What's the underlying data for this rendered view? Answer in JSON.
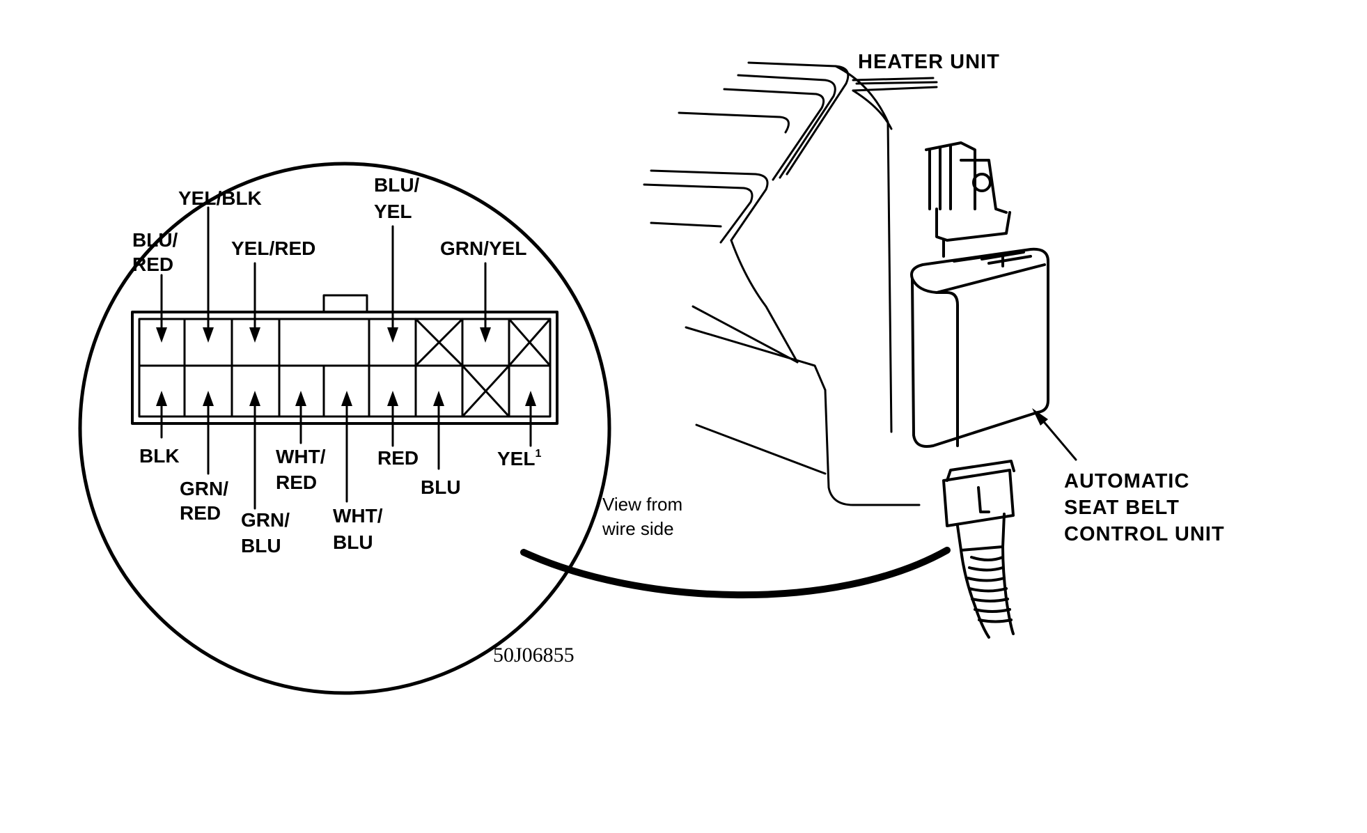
{
  "labels": {
    "heater_unit": "HEATER UNIT",
    "control_unit": [
      "AUTOMATIC",
      "SEAT BELT",
      "CONTROL UNIT"
    ],
    "view_note": [
      "View from",
      "wire side"
    ],
    "figure_code": "50J06855"
  },
  "wires_top": {
    "blu_red": [
      "BLU/",
      "RED"
    ],
    "yel_blk": "YEL/BLK",
    "yel_red": "YEL/RED",
    "blu_yel": [
      "BLU/",
      "YEL"
    ],
    "grn_yel": "GRN/YEL"
  },
  "wires_bottom": {
    "blk": "BLK",
    "grn_red": [
      "GRN/",
      "RED"
    ],
    "grn_blu": [
      "GRN/",
      "BLU"
    ],
    "wht_red": [
      "WHT/",
      "RED"
    ],
    "wht_blu": [
      "WHT/",
      "BLU"
    ],
    "red": "RED",
    "blu": "BLU",
    "yel": "YEL",
    "yel_sup": "1"
  }
}
